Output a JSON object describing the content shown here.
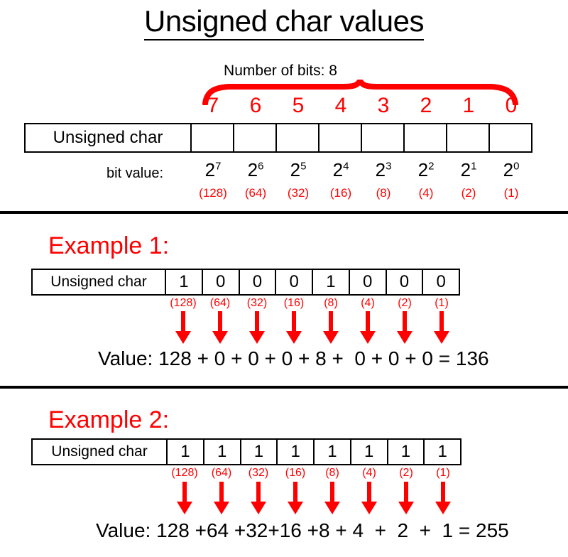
{
  "title": "Unsigned char values",
  "diagram": {
    "bits_label": "Number of bits: 8",
    "brace_name": "curly-brace",
    "bit_indices": [
      "7",
      "6",
      "5",
      "4",
      "3",
      "2",
      "1",
      "0"
    ],
    "row_label": "Unsigned char",
    "bit_cells": [
      "",
      "",
      "",
      "",
      "",
      "",
      "",
      ""
    ],
    "bit_value_label": "bit value:",
    "bit_value_bases": [
      "2",
      "2",
      "2",
      "2",
      "2",
      "2",
      "2",
      "2"
    ],
    "bit_value_exponents": [
      "7",
      "6",
      "5",
      "4",
      "3",
      "2",
      "1",
      "0"
    ],
    "decimals": [
      "(128)",
      "(64)",
      "(32)",
      "(16)",
      "(8)",
      "(4)",
      "(2)",
      "(1)"
    ]
  },
  "examples": [
    {
      "heading": "Example 1:",
      "row_label": "Unsigned char",
      "bits": [
        "1",
        "0",
        "0",
        "0",
        "1",
        "0",
        "0",
        "0"
      ],
      "decimals": [
        "(128)",
        "(64)",
        "(32)",
        "(16)",
        "(8)",
        "(4)",
        "(2)",
        "(1)"
      ],
      "value_line": "Value: 128 + 0 + 0 + 0 + 8 +  0 + 0 + 0 = 136",
      "terms": [
        "128",
        "0",
        "0",
        "0",
        "8",
        "0",
        "0",
        "0"
      ],
      "result": "136"
    },
    {
      "heading": "Example 2:",
      "row_label": "Unsigned char",
      "bits": [
        "1",
        "1",
        "1",
        "1",
        "1",
        "1",
        "1",
        "1"
      ],
      "decimals": [
        "(128)",
        "(64)",
        "(32)",
        "(16)",
        "(8)",
        "(4)",
        "(2)",
        "(1)"
      ],
      "value_line": "Value: 128 +64 +32+16 +8 + 4  +  2  +  1 = 255",
      "terms": [
        "128",
        "64",
        "32",
        "16",
        "8",
        "4",
        "2",
        "1"
      ],
      "result": "255"
    }
  ],
  "colors": {
    "accent_red": "#FF0000",
    "text_black": "#000000",
    "background": "#FFFFFF"
  }
}
